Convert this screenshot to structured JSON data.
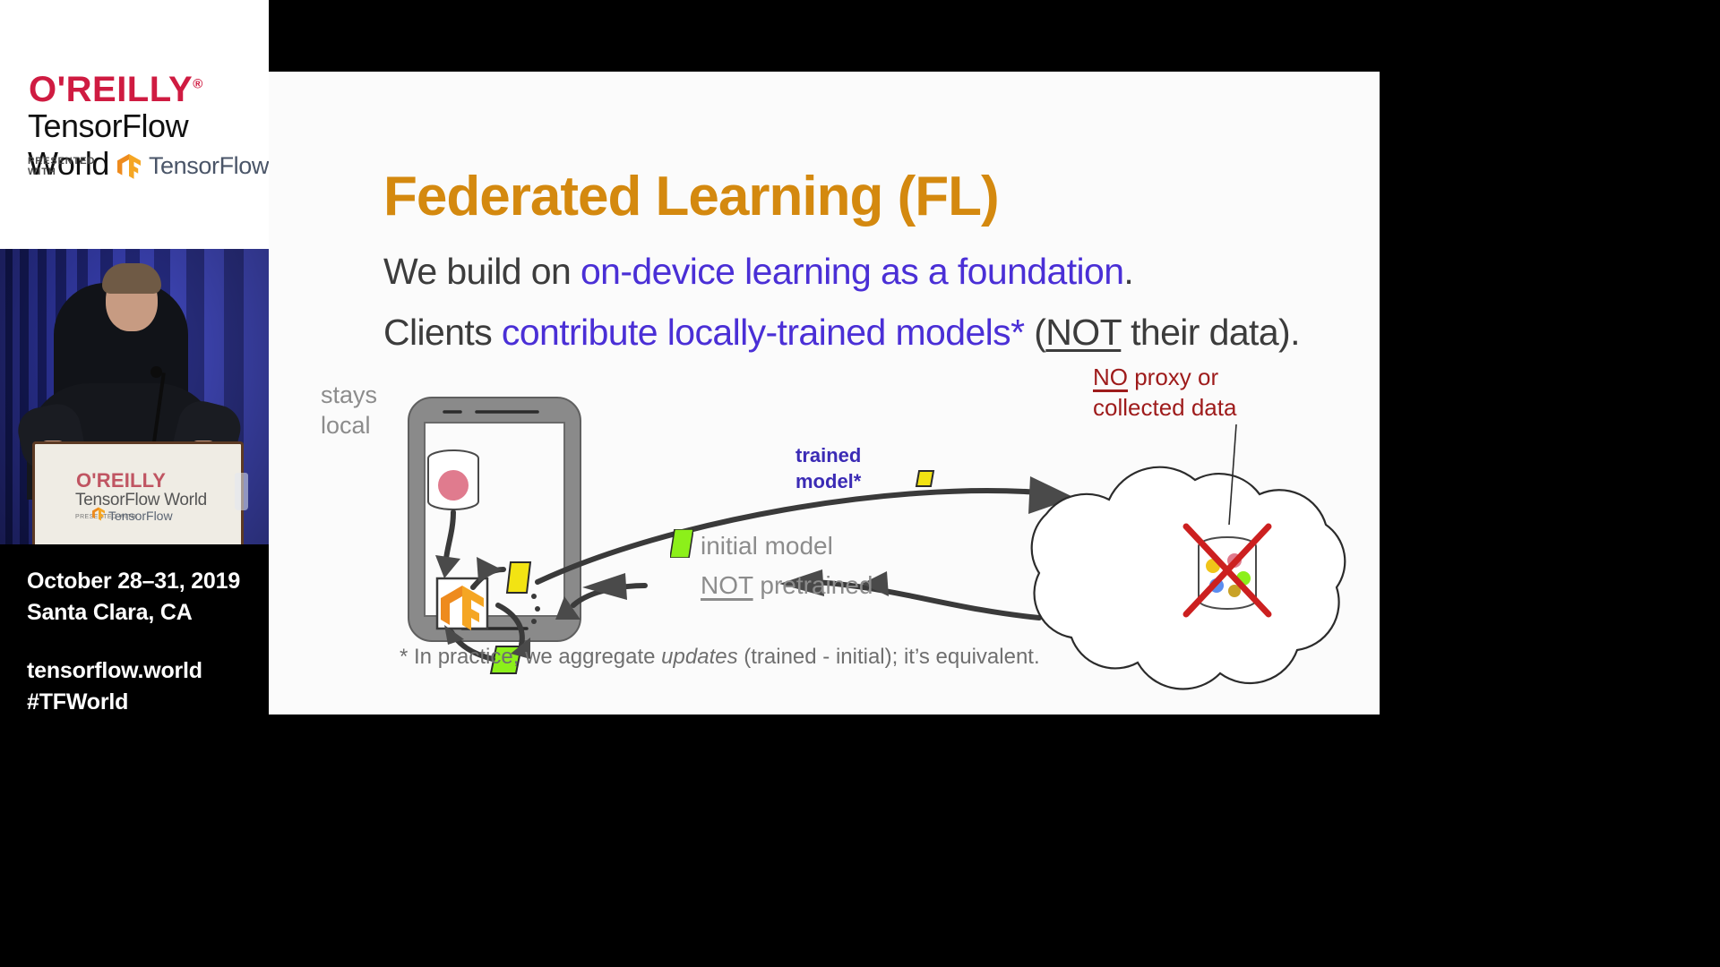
{
  "sidebar": {
    "brand": {
      "oreilly": "O'REILLY",
      "registered": "®",
      "event": "TensorFlow World",
      "presented_with": "PRESENTED WITH",
      "tensorflow": "TensorFlow",
      "tf_logo_icon": "tensorflow-logo-icon"
    },
    "video": {
      "speaker_icon": "speaker-video",
      "podium": {
        "oreilly": "O'REILLY",
        "event": "TensorFlow World",
        "presented_with": "PRESENTED WITH",
        "tensorflow": "TensorFlow"
      }
    },
    "info": {
      "dates": "October 28–31, 2019",
      "location": "Santa Clara, CA",
      "website": "tensorflow.world",
      "hashtag": "#TFWorld"
    }
  },
  "slide": {
    "title": "Federated Learning (FL)",
    "line1": {
      "plain_a": "We build on ",
      "highlight": "on-device learning as a foundation",
      "plain_b": "."
    },
    "line2": {
      "plain_a": "Clients ",
      "highlight": "contribute locally-trained models*",
      "plain_b": " (",
      "underlined": "NOT",
      "plain_c": " their data)."
    },
    "footnote": {
      "pre": "* In practice, we aggregate ",
      "italic": "updates",
      "post": " (trained - initial); it’s equivalent."
    },
    "diagram": {
      "label_stays_local": "stays\nlocal",
      "label_stays_local_l1": "stays",
      "label_stays_local_l2": "local",
      "label_trained_model_l1": "trained",
      "label_trained_model_l2": "model*",
      "label_initial_model_l1": "initial model",
      "label_initial_model_not": "NOT",
      "label_initial_model_l2b": " pretrained",
      "label_no_proxy_not": "NO",
      "label_no_proxy_rest": " proxy or",
      "label_no_proxy_l2": "collected data",
      "icons": {
        "phone": "phone-device-icon",
        "local_database": "local-database-icon",
        "tensorflow": "tensorflow-logo-icon",
        "cloud": "cloud-icon",
        "server_database": "server-database-icon",
        "crossed_out": "red-cross-out-icon",
        "chip_green": "green-model-chip-icon",
        "chip_yellow": "yellow-model-chip-icon",
        "arrow": "arrow-icon"
      }
    },
    "colors": {
      "title": "#d4890f",
      "highlight": "#4a2fd6",
      "body": "#3c3c3c",
      "muted_label": "#8c8c8c",
      "warning": "#9e1b1b",
      "chip_green": "#8cf01a",
      "chip_yellow": "#f2e313",
      "local_db": "#e07b8e",
      "brand_red": "#cf1b41",
      "tf_orange": "#f5a623"
    }
  }
}
